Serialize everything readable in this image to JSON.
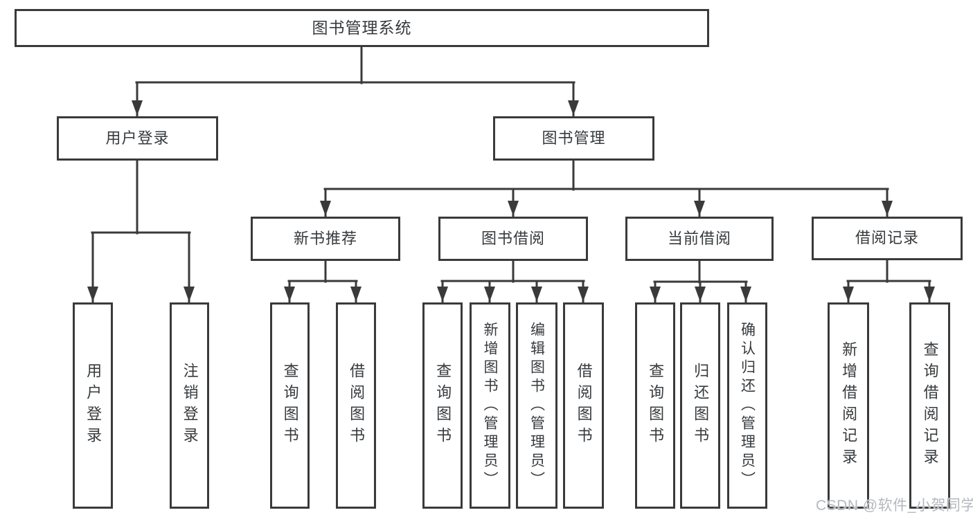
{
  "diagram": {
    "root": "图书管理系统",
    "children": [
      {
        "label": "用户登录",
        "children": [
          "用户登录",
          "注销登录"
        ]
      },
      {
        "label": "图书管理",
        "children": [
          {
            "label": "新书推荐",
            "children": [
              "查询图书",
              "借阅图书"
            ]
          },
          {
            "label": "图书借阅",
            "children": [
              "查询图书",
              "新增图书（管理员）",
              "编辑图书（管理员）",
              "借阅图书"
            ]
          },
          {
            "label": "当前借阅",
            "children": [
              "查询图书",
              "归还图书",
              "确认归还（管理员）"
            ]
          },
          {
            "label": "借阅记录",
            "children": [
              "新增借阅记录",
              "查询借阅记录"
            ]
          }
        ]
      }
    ]
  },
  "watermark": {
    "text": "CSDN @软件_小贺同学",
    "color": "#b3b8bf"
  },
  "colors": {
    "line": "#3a3a3a",
    "text": "#363a3d",
    "background": "#ffffff"
  }
}
